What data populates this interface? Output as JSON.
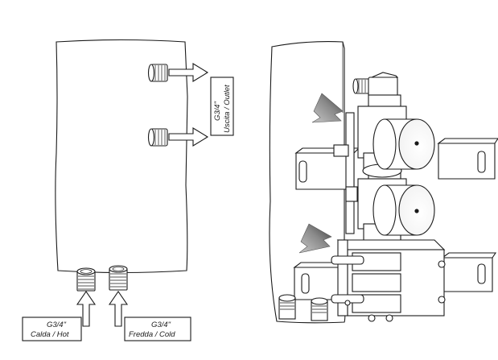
{
  "left_diagram": {
    "outlet_label_line1": "G3/4\"",
    "outlet_label_line2": "Uscita / Outlet",
    "hot_label_line1": "G3/4\"",
    "hot_label_line2": "Calda / Hot",
    "cold_label_line1": "G3/4\"",
    "cold_label_line2": "Fredda / Cold"
  }
}
